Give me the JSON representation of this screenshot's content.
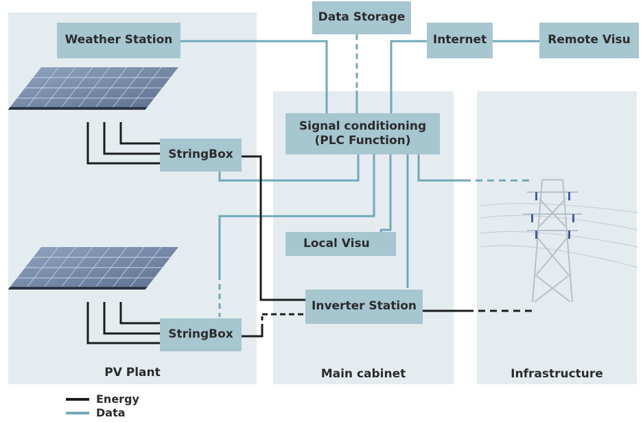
{
  "colors": {
    "energy": "#1c1c1c",
    "data": "#6fa8b8",
    "zone": "#e4ecf0",
    "box": "#a6c6d0"
  },
  "zones": {
    "pv_plant": "PV Plant",
    "main_cabinet": "Main cabinet",
    "infrastructure": "Infrastructure"
  },
  "boxes": {
    "weather_station": "Weather Station",
    "data_storage": "Data Storage",
    "internet": "Internet",
    "remote_visu": "Remote Visu",
    "signal_conditioning_line1": "Signal conditioning",
    "signal_conditioning_line2": "(PLC Function)",
    "stringbox_top": "StringBox",
    "stringbox_bottom": "StringBox",
    "local_visu": "Local Visu",
    "inverter_station": "Inverter Station"
  },
  "legend": {
    "energy": "Energy",
    "data": "Data"
  },
  "icons": {
    "solar_panel_array": "solar-panel-array-icon",
    "transmission_tower": "transmission-tower-icon"
  }
}
